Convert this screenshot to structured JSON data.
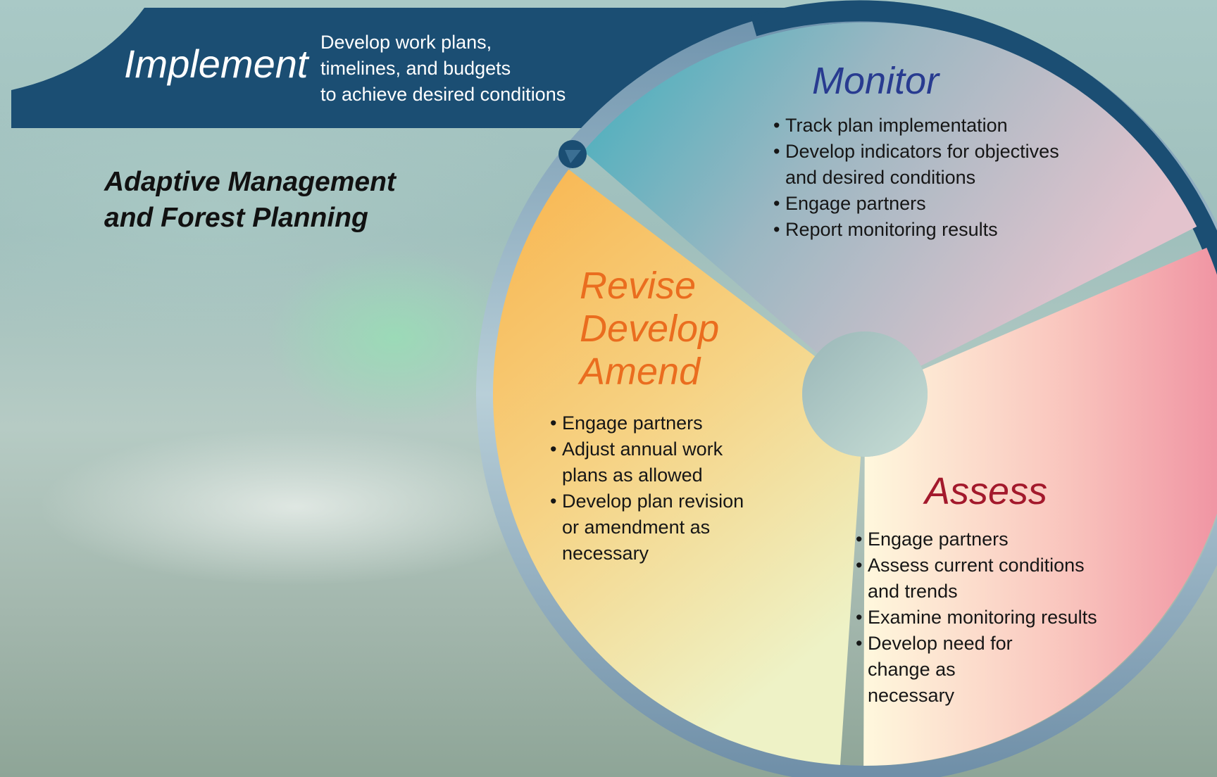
{
  "title": {
    "line1": "Adaptive Management",
    "line2": "and Forest Planning"
  },
  "implement": {
    "label": "Implement",
    "desc1": "Develop work plans,",
    "desc2": "timelines, and budgets",
    "desc3": "to achieve desired conditions"
  },
  "monitor": {
    "label": "Monitor",
    "bullets": [
      [
        "Track plan implementation"
      ],
      [
        "Develop indicators for objectives",
        "and desired conditions"
      ],
      [
        "Engage partners"
      ],
      [
        "Report monitoring results"
      ]
    ]
  },
  "revise": {
    "label1": "Revise",
    "label2": "Develop",
    "label3": "Amend",
    "bullets": [
      [
        "Engage partners"
      ],
      [
        "Adjust annual work",
        "plans as allowed"
      ],
      [
        "Develop plan revision",
        "or amendment as",
        "necessary"
      ]
    ]
  },
  "assess": {
    "label": "Assess",
    "bullets": [
      [
        "Engage partners"
      ],
      [
        "Assess current conditions",
        "and trends"
      ],
      [
        "Examine monitoring results"
      ],
      [
        "Develop need for",
        "change as",
        "necessary"
      ]
    ]
  },
  "colors": {
    "navy": "#1b4e73",
    "monitor_title": "#283b90",
    "revise_title": "#ea6d1f",
    "assess_title": "#a3192c"
  }
}
